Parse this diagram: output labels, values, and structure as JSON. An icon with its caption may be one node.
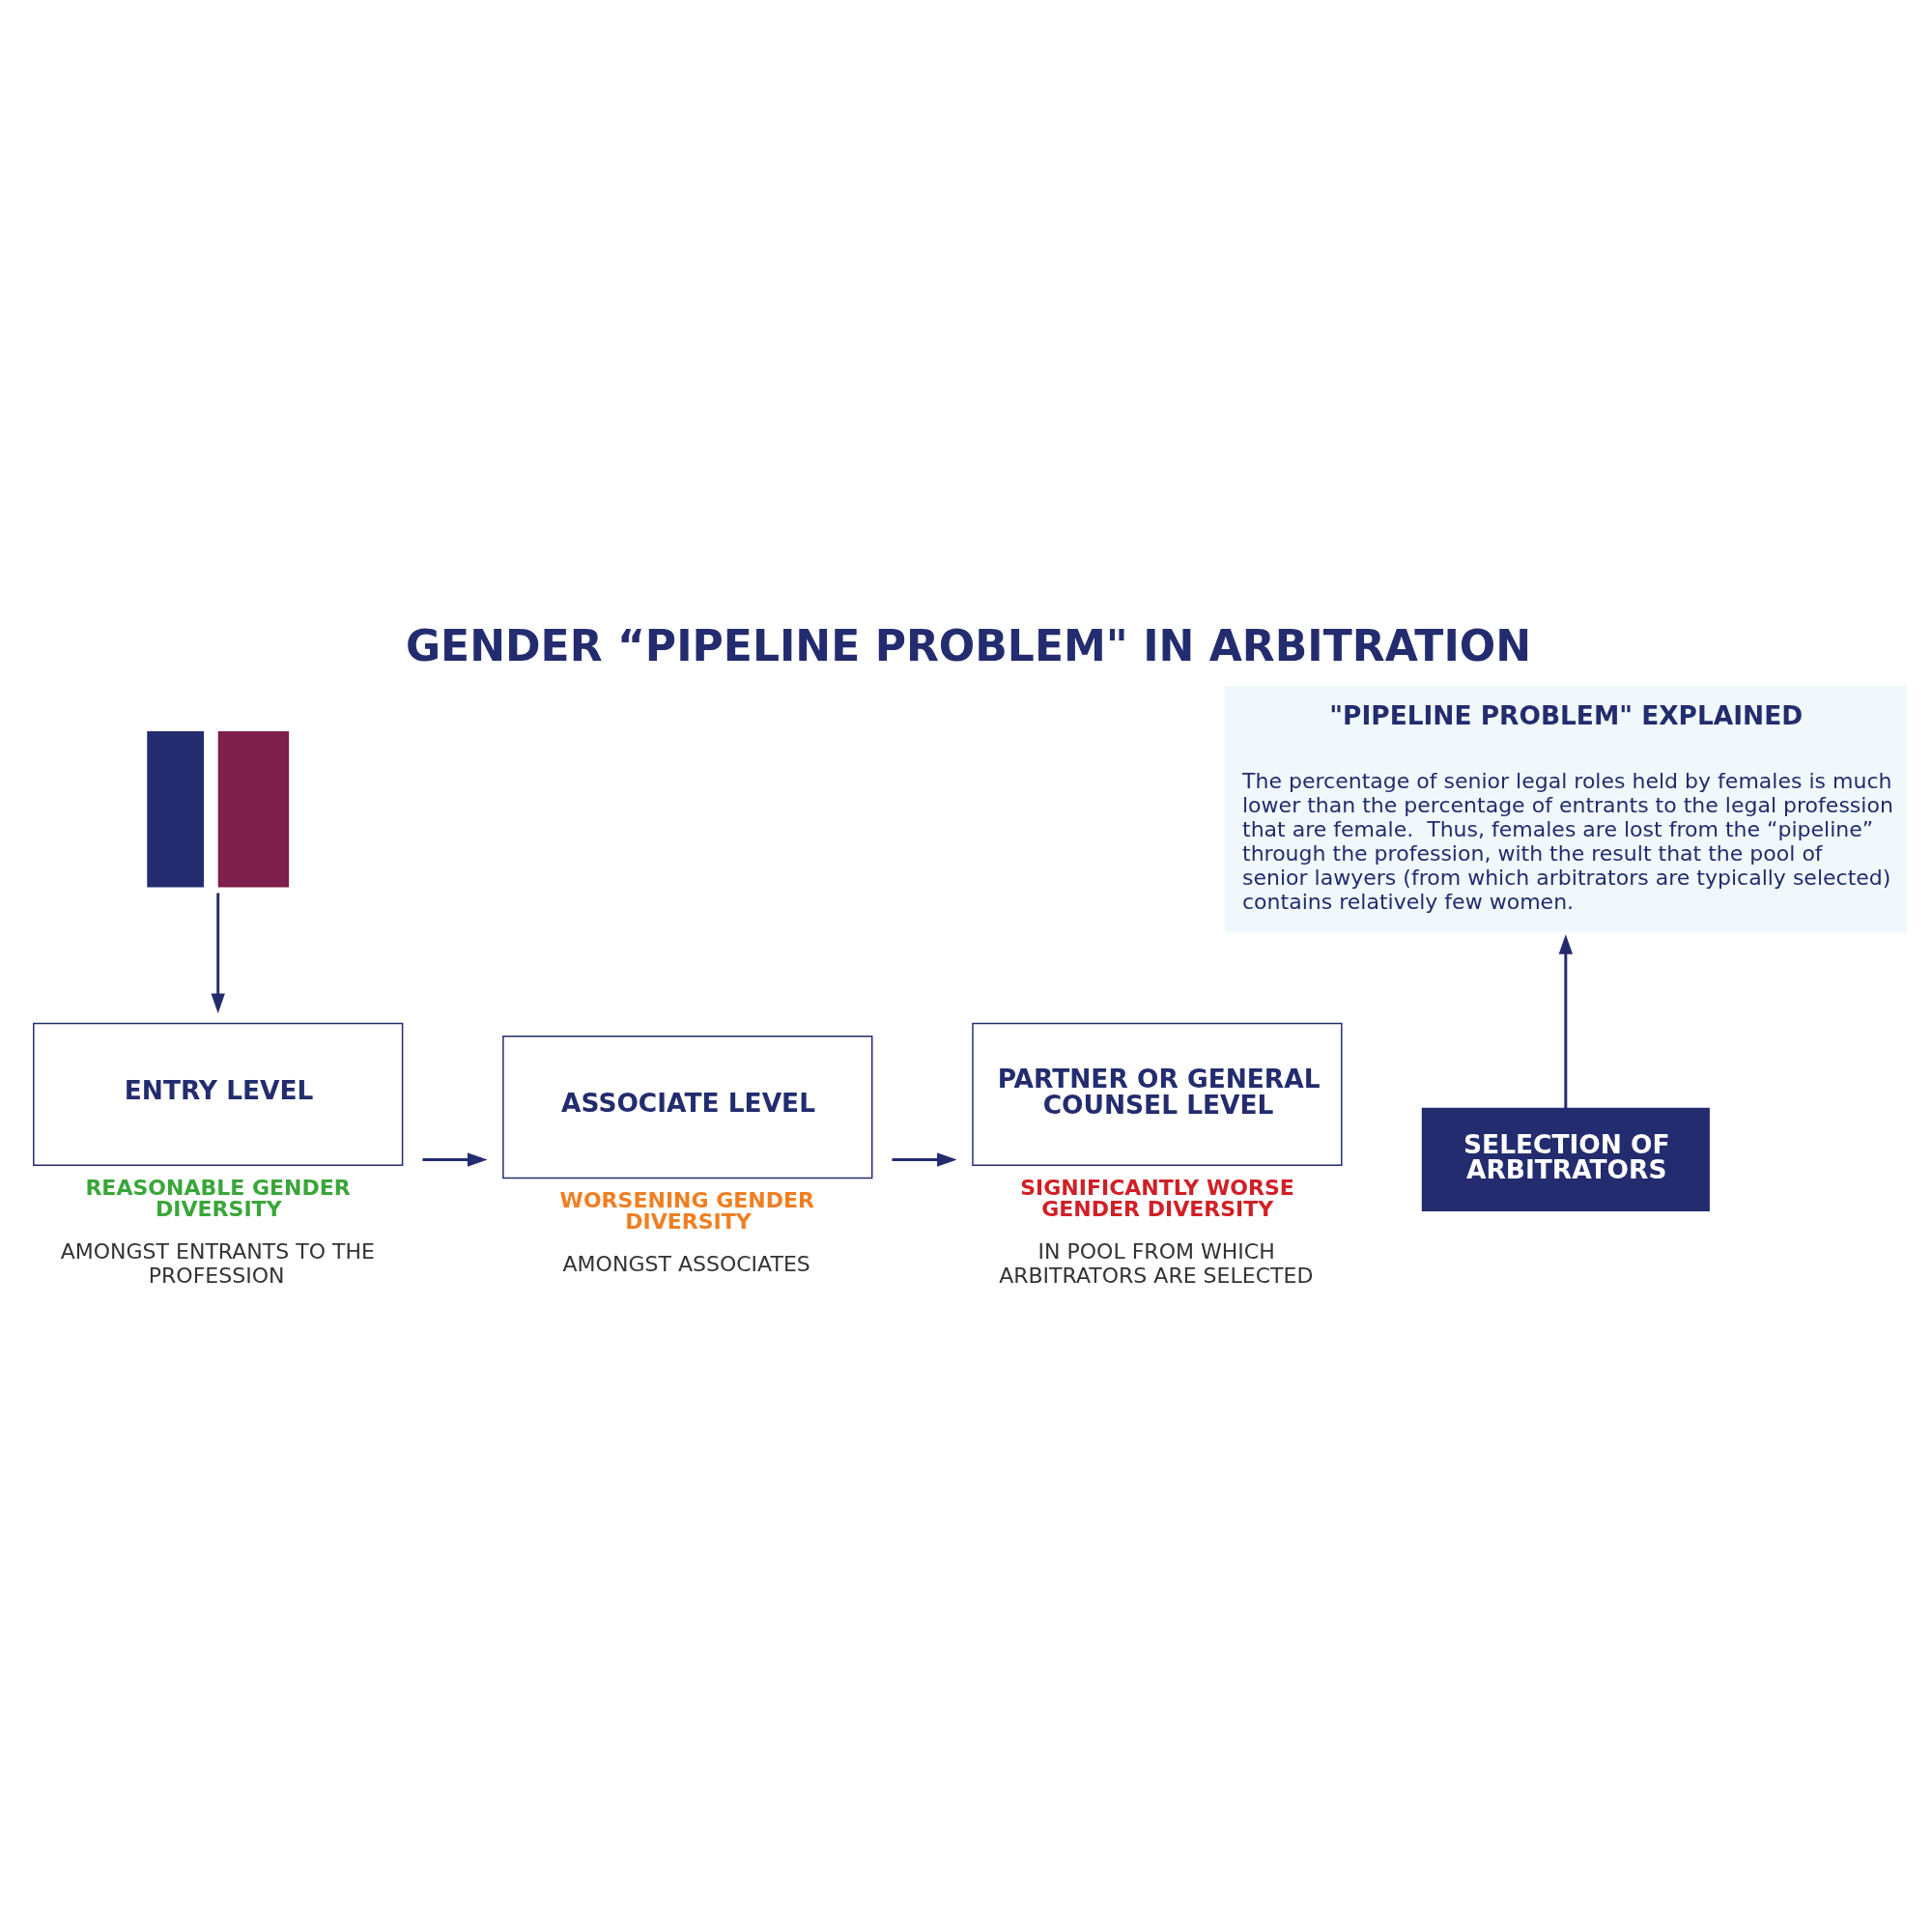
{
  "diagram": {
    "title": "GENDER “PIPELINE PROBLEM\" IN ARBITRATION",
    "nodes": [
      {
        "text": [],
        "shape": "person"
      },
      {
        "text": [
          "ENTRY LEVEL"
        ],
        "beside": [
          "REASONABLE GENDER DIVERSITY",
          "AMONGST ENTRANTS TO THE PROFESSION"
        ]
      },
      {
        "text": [
          "ASSOCIATE LEVEL"
        ],
        "beside": [
          "WORSENING GENDER DIVERSITY",
          "AMONGST ASSOCIATES"
        ]
      },
      {
        "text": [
          "PARTNER OR GENERAL COUNSEL LEVEL"
        ],
        "beside": [
          "SIGNIFICANTLY WORSE GENDER DIVERSITY",
          "IN POOL FROM WHICH ARBITRATORS ARE SELECTED"
        ]
      },
      {
        "text": [
          "SELECTION OF ARBITRATORS"
        ]
      },
      {
        "text": [
          "\"PIPELINE PROBLEM\" EXPLAINED",
          "The percentage of senior legal roles held by females is much lower than the percentage of entrants to the legal profession that are female.  Thus, females are lost from the “pipeline” through the profession, with the result that the pool of senior lawyers (from which arbitrators are typically selected) contains relatively few women."
        ]
      }
    ],
    "edges": [
      {
        "from": 0,
        "to": 1,
        "arrow": "to"
      },
      {
        "from": 1,
        "to": 2,
        "arrow": "to"
      },
      {
        "from": 2,
        "to": 3,
        "arrow": "to"
      },
      {
        "from": 4,
        "to": 5,
        "arrow": "to"
      }
    ]
  }
}
